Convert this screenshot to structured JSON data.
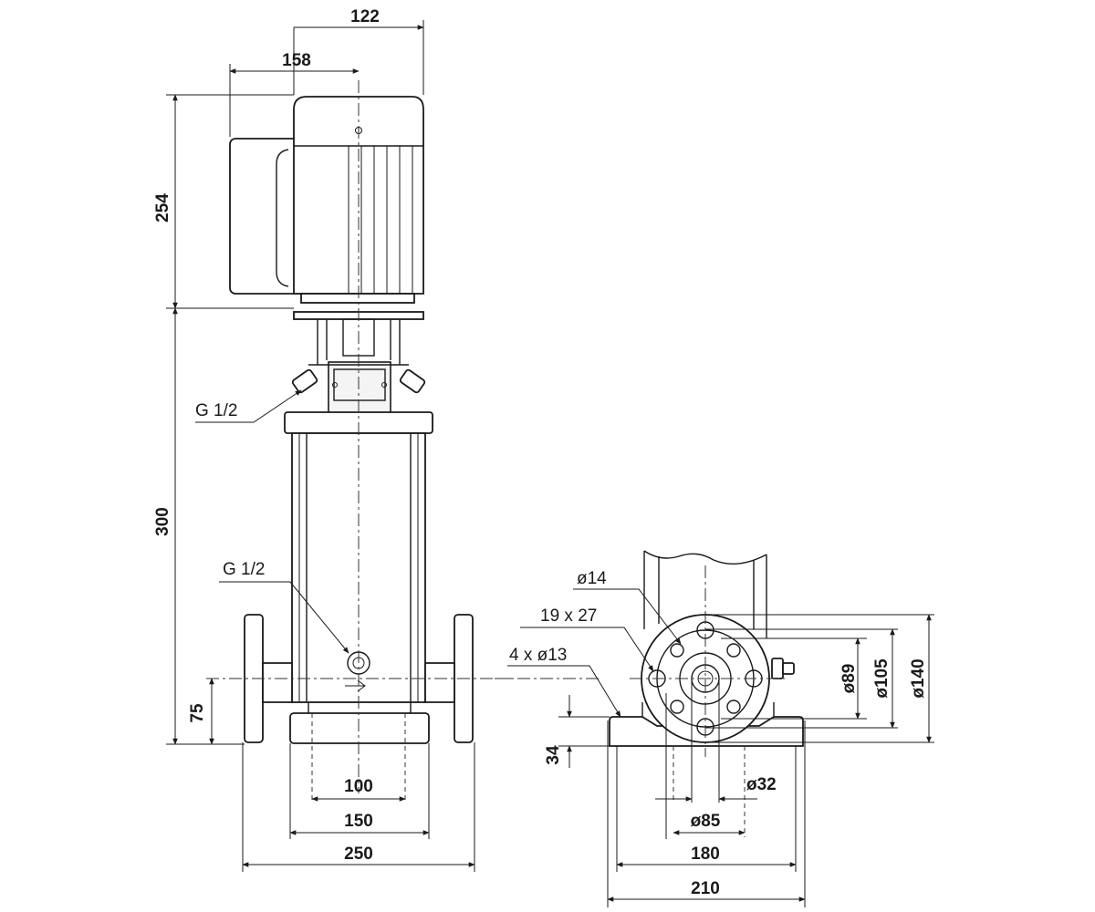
{
  "dimensions": {
    "d122": "122",
    "d158": "158",
    "d254": "254",
    "d300": "300",
    "d75": "75",
    "d100": "100",
    "d150": "150",
    "d250": "250",
    "d34": "34",
    "d180": "180",
    "d210": "210",
    "d_phi32": "ø32",
    "d_phi85": "ø85",
    "d_phi89": "ø89",
    "d_phi105": "ø105",
    "d_phi140": "ø140"
  },
  "callouts": {
    "vent_plug": "G 1/2",
    "drain_plug": "G 1/2",
    "hole_phi14": "ø14",
    "slot_19x27": "19 x 27",
    "holes_4x13": "4 x ø13"
  }
}
